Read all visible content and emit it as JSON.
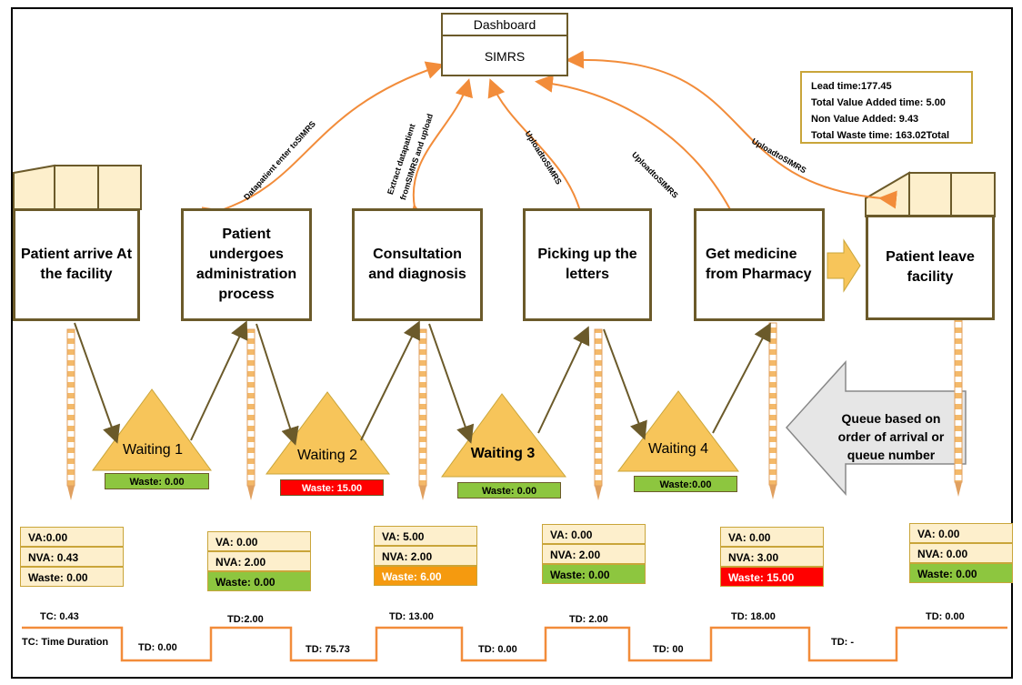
{
  "dashboard": {
    "title": "Dashboard",
    "system": "SIMRS"
  },
  "summary": {
    "lead_time": "Lead time:177.45",
    "value_added": "Total Value Added time: 5.00",
    "non_value_added": "Non Value Added: 9.43",
    "waste_time": "Total Waste time: 163.02Total"
  },
  "processes": [
    {
      "label": "Patient arrive At the facility"
    },
    {
      "label": "Patient undergoes administration process"
    },
    {
      "label": "Consultation and diagnosis"
    },
    {
      "label": "Picking up the letters"
    },
    {
      "label": "Get medicine from Pharmacy"
    },
    {
      "label": "Patient leave facility"
    }
  ],
  "uploads": [
    {
      "label": "Datapatient enter toSIMRS"
    },
    {
      "label": "Extract datapatient fromSIMRS and upload"
    },
    {
      "label": "UploadtoSIMRS"
    },
    {
      "label": "UploadtoSIMRS"
    },
    {
      "label": "UploadtoSIMRS"
    }
  ],
  "waiting": [
    {
      "label": "Waiting 1",
      "waste": "Waste: 0.00",
      "status": "green"
    },
    {
      "label": "Waiting 2",
      "waste": "Waste: 15.00",
      "status": "red"
    },
    {
      "label": "Waiting 3",
      "waste": "Waste: 0.00",
      "status": "green"
    },
    {
      "label": "Waiting 4",
      "waste": "Waste:0.00",
      "status": "green"
    }
  ],
  "queue_note": "Queue based on order of arrival or queue number",
  "metrics": [
    {
      "va": "VA:0.00",
      "nva": "NVA: 0.43",
      "waste": "Waste: 0.00",
      "waste_status": "plain"
    },
    {
      "va": "VA: 0.00",
      "nva": "NVA: 2.00",
      "waste": "Waste: 0.00",
      "waste_status": "green"
    },
    {
      "va": "VA: 5.00",
      "nva": "NVA: 2.00",
      "waste": "Waste: 6.00",
      "waste_status": "orange"
    },
    {
      "va": "VA: 0.00",
      "nva": "NVA: 2.00",
      "waste": "Waste: 0.00",
      "waste_status": "green"
    },
    {
      "va": "VA: 0.00",
      "nva": "NVA: 3.00",
      "waste": "Waste: 15.00",
      "waste_status": "red"
    },
    {
      "va": "VA: 0.00",
      "nva": "NVA: 0.00",
      "waste": "Waste: 0.00",
      "waste_status": "green"
    }
  ],
  "timeline": {
    "tc_value": "TC: 0.43",
    "tc_legend": "TC: Time Duration",
    "high": [
      "TD:2.00",
      "TD: 13.00",
      "TD: 2.00",
      "TD: 18.00",
      "TD: 0.00"
    ],
    "low": [
      "TD: 0.00",
      "TD: 75.73",
      "TD: 0.00",
      "TD: 00",
      "TD: -"
    ]
  },
  "colors": {
    "accent_orange": "#f28c3a",
    "triangle_fill": "#f7c55a",
    "box_border": "#6b5a2a",
    "waste_green": "#8dc63f",
    "waste_red": "#ff0000",
    "waste_orange": "#f59a0f"
  }
}
